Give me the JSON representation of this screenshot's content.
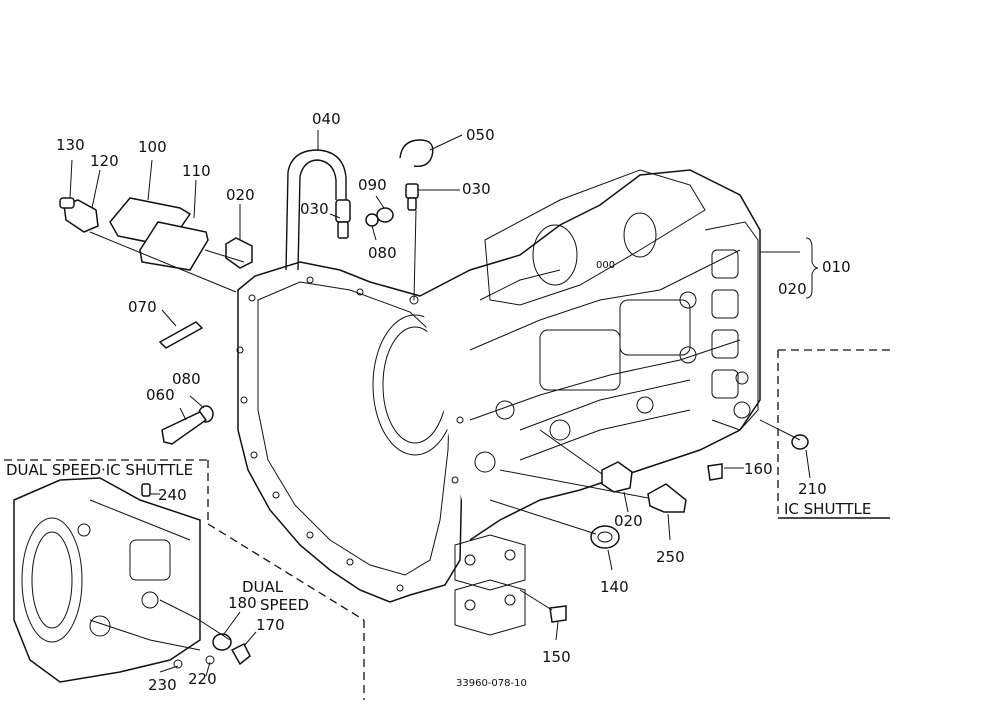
{
  "diagram": {
    "drawing_number": "33960-078-10",
    "labels": {
      "p130": "130",
      "p120": "120",
      "p100": "100",
      "p110": "110",
      "p020a": "020",
      "p040": "040",
      "p030a": "030",
      "p090": "090",
      "p080a": "080",
      "p050": "050",
      "p030b": "030",
      "p000": "000",
      "p010": "010",
      "p020b": "020",
      "p070": "070",
      "p080b": "080",
      "p060": "060",
      "p160": "160",
      "p210": "210",
      "p020c": "020",
      "p250": "250",
      "p140": "140",
      "p150": "150",
      "p240": "240",
      "p180": "180",
      "p170": "170",
      "p230": "230",
      "p220": "220"
    },
    "sections": {
      "dual_speed_ic_shuttle": "DUAL SPEED·IC SHUTTLE",
      "ic_shuttle": "IC SHUTTLE",
      "dual_speed_line1": "DUAL",
      "dual_speed_line2": "SPEED"
    }
  }
}
